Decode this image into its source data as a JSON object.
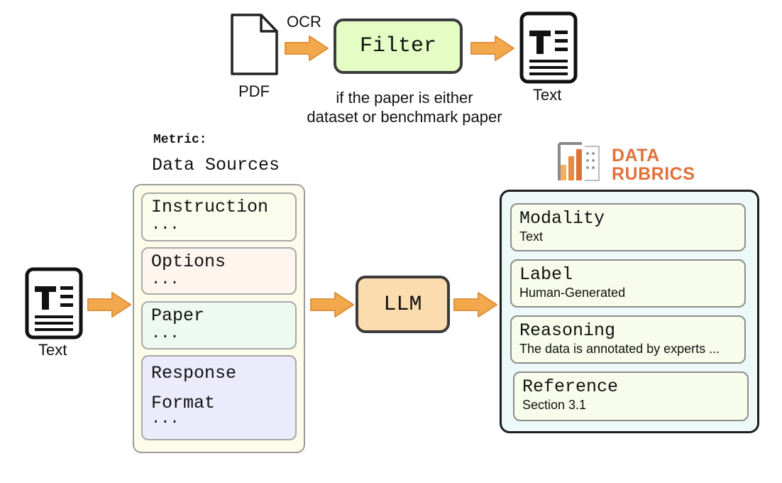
{
  "top": {
    "pdf_label": "PDF",
    "ocr_label": "OCR",
    "filter_label": "Filter",
    "filter_note_line1": "if the paper is either",
    "filter_note_line2": "dataset or benchmark paper",
    "text_label": "Text"
  },
  "metric": {
    "caption": "Metric:",
    "title": "Data Sources",
    "sources": [
      {
        "label": "Instruction",
        "more": "..."
      },
      {
        "label": "Options",
        "more": "..."
      },
      {
        "label": "Paper",
        "more": "..."
      },
      {
        "label_line1": "Response",
        "label_line2": "Format",
        "more": "..."
      }
    ]
  },
  "input_text_label": "Text",
  "llm_label": "LLM",
  "brand": {
    "line1": "DATA",
    "line2": "RUBRICS",
    "color": "#e1713a"
  },
  "rubrics": [
    {
      "title": "Modality",
      "value": "Text"
    },
    {
      "title": "Label",
      "value": "Human-Generated"
    },
    {
      "title": "Reasoning",
      "value": "The data is annotated by experts ..."
    },
    {
      "title": "Reference",
      "value": "Section 3.1"
    }
  ],
  "colors": {
    "arrow_fill": "#f2a84c",
    "arrow_stroke": "#e2913a",
    "filter_fill": "#e4fdc4",
    "llm_fill": "#fbdcae"
  }
}
